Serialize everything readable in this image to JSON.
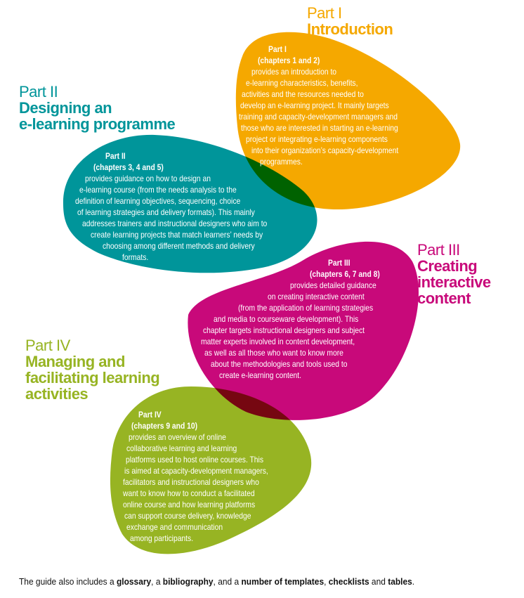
{
  "colors": {
    "part1": "#F5A800",
    "part2": "#00959A",
    "part3": "#C8097A",
    "part4": "#97B423"
  },
  "parts": [
    {
      "label": "Part I",
      "title_lines": [
        "Introduction"
      ],
      "blob_lines": [
        "Part I",
        "(chapters 1 and 2)",
        "provides an introduction to",
        "e-learning characteristics, benefits,",
        "activities and the resources needed to",
        "develop an e-learning project. It mainly targets",
        "training and capacity-development managers and",
        "those who are interested in starting an e-learning",
        "project or integrating e-learning components",
        "into their organization’s capacity-development",
        "programmes."
      ]
    },
    {
      "label": "Part II",
      "title_lines": [
        "Designing an",
        "e-learning programme"
      ],
      "blob_lines": [
        "Part II",
        "(chapters 3, 4 and 5)",
        "provides guidance on how to design an",
        "e-learning course (from the needs analysis to the",
        "definition of learning objectives, sequencing, choice",
        "of learning strategies and delivery formats). This mainly",
        "addresses trainers and instructional designers who aim to",
        "create learning projects that match learners’ needs by",
        "choosing among different methods and delivery",
        "formats."
      ]
    },
    {
      "label": "Part III",
      "title_lines": [
        "Creating",
        "interactive",
        "content"
      ],
      "blob_lines": [
        "Part III",
        "(chapters 6, 7 and 8)",
        "provides detailed guidance",
        "on creating interactive content",
        "(from the application of learning strategies",
        "and media to courseware development). This",
        "chapter targets instructional designers and subject",
        "matter experts involved in content development,",
        "as well as all those who want to know more",
        "about the methodologies and tools used to",
        "create e-learning content."
      ]
    },
    {
      "label": "Part IV",
      "title_lines": [
        "Managing and",
        "facilitating learning",
        "activities"
      ],
      "blob_lines": [
        "Part IV",
        "(chapters 9 and 10)",
        "provides an overview of online",
        "collaborative learning and learning",
        "platforms used to host online courses. This",
        "is aimed at capacity-development managers,",
        "facilitators and instructional designers who",
        "want to know how to conduct a facilitated",
        "online course and how learning platforms",
        "can support course delivery, knowledge",
        "exchange and communication",
        "among participants."
      ]
    }
  ],
  "footer": {
    "t1": "The guide also includes a ",
    "b1": "glossary",
    "t2": ", a ",
    "b2": "bibliography",
    "t3": ", and a ",
    "b3": "number of templates",
    "t4": ", ",
    "b4": "checklists",
    "t5": " and ",
    "b5": "tables",
    "t6": "."
  }
}
